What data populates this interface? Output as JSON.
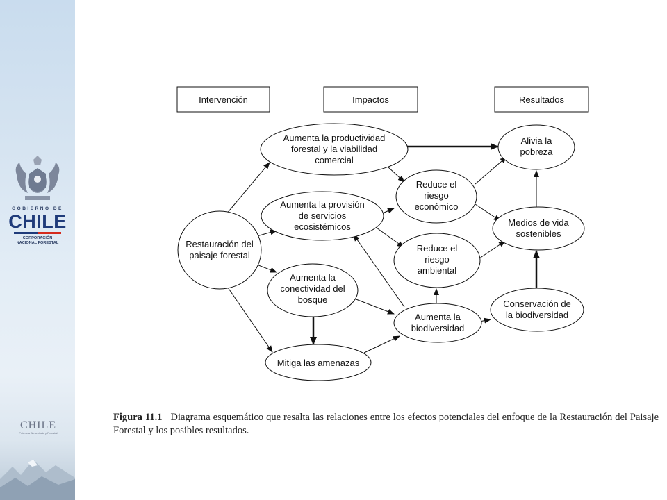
{
  "sidebar": {
    "gobierno": "GOBIERNO DE",
    "chile": "CHILE",
    "corporacion_line1": "CORPORACIÓN",
    "corporacion_line2": "NACIONAL FORESTAL",
    "logo2_title": "CHILE",
    "logo2_tagline": "Potencia Alimentaria y Forestal"
  },
  "headers": {
    "intervencion": "Intervención",
    "impactos": "Impactos",
    "resultados": "Resultados"
  },
  "nodes": {
    "restauracion": [
      "Restauración del",
      "paisaje forestal"
    ],
    "productividad": [
      "Aumenta la productividad",
      "forestal y la viabilidad",
      "comercial"
    ],
    "provision": [
      "Aumenta la provisión",
      "de servicios",
      "ecosistémicos"
    ],
    "conectividad": [
      "Aumenta la",
      "conectividad del",
      "bosque"
    ],
    "mitiga": [
      "Mitiga las amenazas"
    ],
    "riesgo_economico": [
      "Reduce el",
      "riesgo",
      "económico"
    ],
    "riesgo_ambiental": [
      "Reduce el",
      "riesgo",
      "ambiental"
    ],
    "biodiversidad": [
      "Aumenta la",
      "biodiversidad"
    ],
    "pobreza": [
      "Alivia la",
      "pobreza"
    ],
    "medios": [
      "Medios de vida",
      "sostenibles"
    ],
    "conservacion": [
      "Conservación de",
      "la biodiversidad"
    ]
  },
  "caption": {
    "figure_label": "Figura 11.1",
    "text": "Diagrama esquemático que resalta las relaciones entre los efectos potenciales del enfoque de la Restauración del Paisaje Forestal y los posibles resultados."
  }
}
